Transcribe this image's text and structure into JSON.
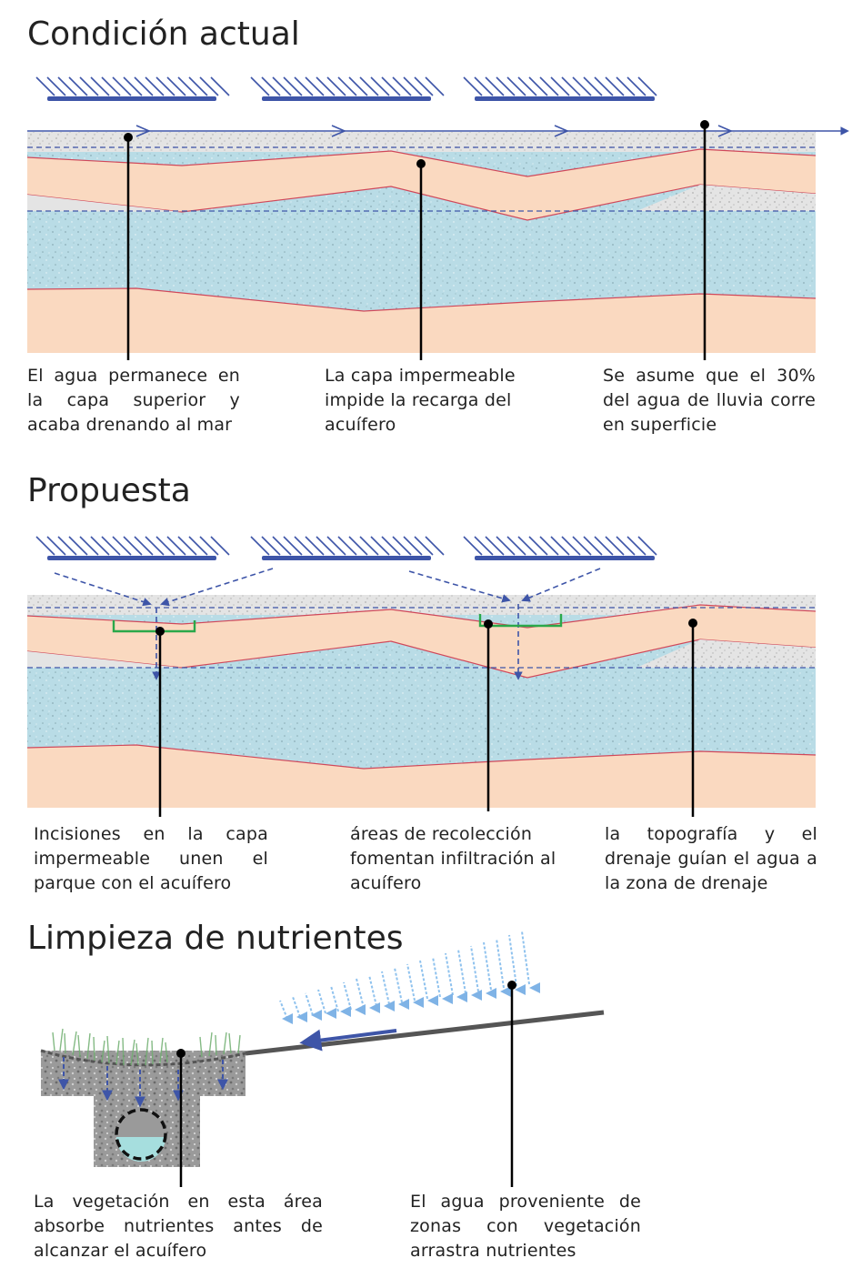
{
  "sections": {
    "current": {
      "title": "Condición actual",
      "callouts": [
        {
          "text": "El agua permanece en la capa superior y acaba drenando al mar"
        },
        {
          "text": "La capa impermeable impide la recarga del acuífero"
        },
        {
          "text": "Se asume que el 30% del agua de lluvia corre en superficie"
        }
      ]
    },
    "proposal": {
      "title": "Propuesta",
      "callouts": [
        {
          "text": "Incisiones en la capa impermeable unen el parque con el acuífero"
        },
        {
          "text": "áreas de recolección fomentan infiltración al acuífero"
        },
        {
          "text": "la topografía y el drenaje guían el agua a la zona de drenaje"
        }
      ]
    },
    "nutrients": {
      "title": "Limpieza de nutrientes",
      "callouts": [
        {
          "text": "La vegetación en esta área absorbe nutrientes antes de alcanzar el acuífero"
        },
        {
          "text": "El agua proveniente de zonas con vegetación arrastra nutrientes"
        }
      ]
    }
  },
  "colors": {
    "aquifer": "#b9dce6",
    "clay": "#fad9c0",
    "gravel": "#e4e4e4",
    "arrow": "#3e55a8",
    "boundary": "#d0485a",
    "collector": "#2aa84a"
  },
  "icons": [
    "rain-arrows-icon",
    "flow-arrow-icon",
    "callout-dot-icon",
    "pipe-icon",
    "grass-icon"
  ]
}
